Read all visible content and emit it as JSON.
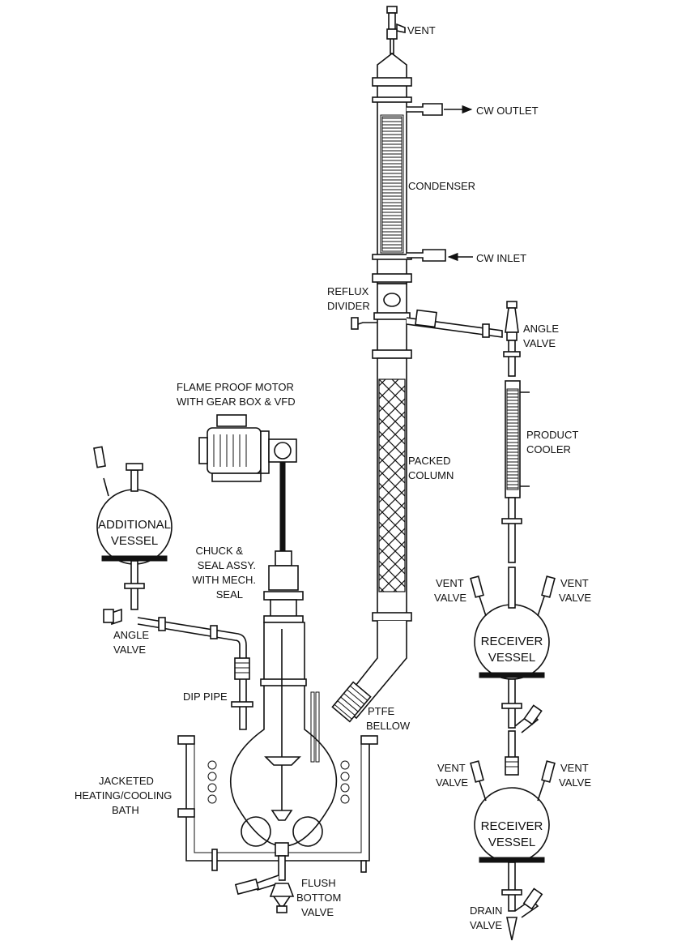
{
  "labels": {
    "vent_top": "VENT",
    "cw_outlet": "CW OUTLET",
    "condenser": "CONDENSER",
    "cw_inlet": "CW INLET",
    "reflux_divider_1": "REFLUX",
    "reflux_divider_2": "DIVIDER",
    "angle_valve_top_1": "ANGLE",
    "angle_valve_top_2": "VALVE",
    "motor_1": "FLAME PROOF MOTOR",
    "motor_2": "WITH GEAR BOX & VFD",
    "packed_column_1": "PACKED",
    "packed_column_2": "COLUMN",
    "product_cooler_1": "PRODUCT",
    "product_cooler_2": "COOLER",
    "additional_vessel_1": "ADDITIONAL",
    "additional_vessel_2": "VESSEL",
    "chuck_1": "CHUCK &",
    "chuck_2": "SEAL ASSY.",
    "chuck_3": "WITH MECH.",
    "chuck_4": "SEAL",
    "vent_valve_a_1": "VENT",
    "vent_valve_a_2": "VALVE",
    "vent_valve_b_1": "VENT",
    "vent_valve_b_2": "VALVE",
    "angle_valve_left_1": "ANGLE",
    "angle_valve_left_2": "VALVE",
    "receiver_vessel_1a": "RECEIVER",
    "receiver_vessel_1b": "VESSEL",
    "dip_pipe": "DIP PIPE",
    "ptfe_bellow_1": "PTFE",
    "ptfe_bellow_2": "BELLOW",
    "bath_1": "JACKETED",
    "bath_2": "HEATING/COOLING",
    "bath_3": "BATH",
    "vent_valve_c_1": "VENT",
    "vent_valve_c_2": "VALVE",
    "vent_valve_d_1": "VENT",
    "vent_valve_d_2": "VALVE",
    "receiver_vessel_2a": "RECEIVER",
    "receiver_vessel_2b": "VESSEL",
    "flush_valve_1": "FLUSH",
    "flush_valve_2": "BOTTOM",
    "flush_valve_3": "VALVE",
    "drain_valve_1": "DRAIN",
    "drain_valve_2": "VALVE"
  }
}
